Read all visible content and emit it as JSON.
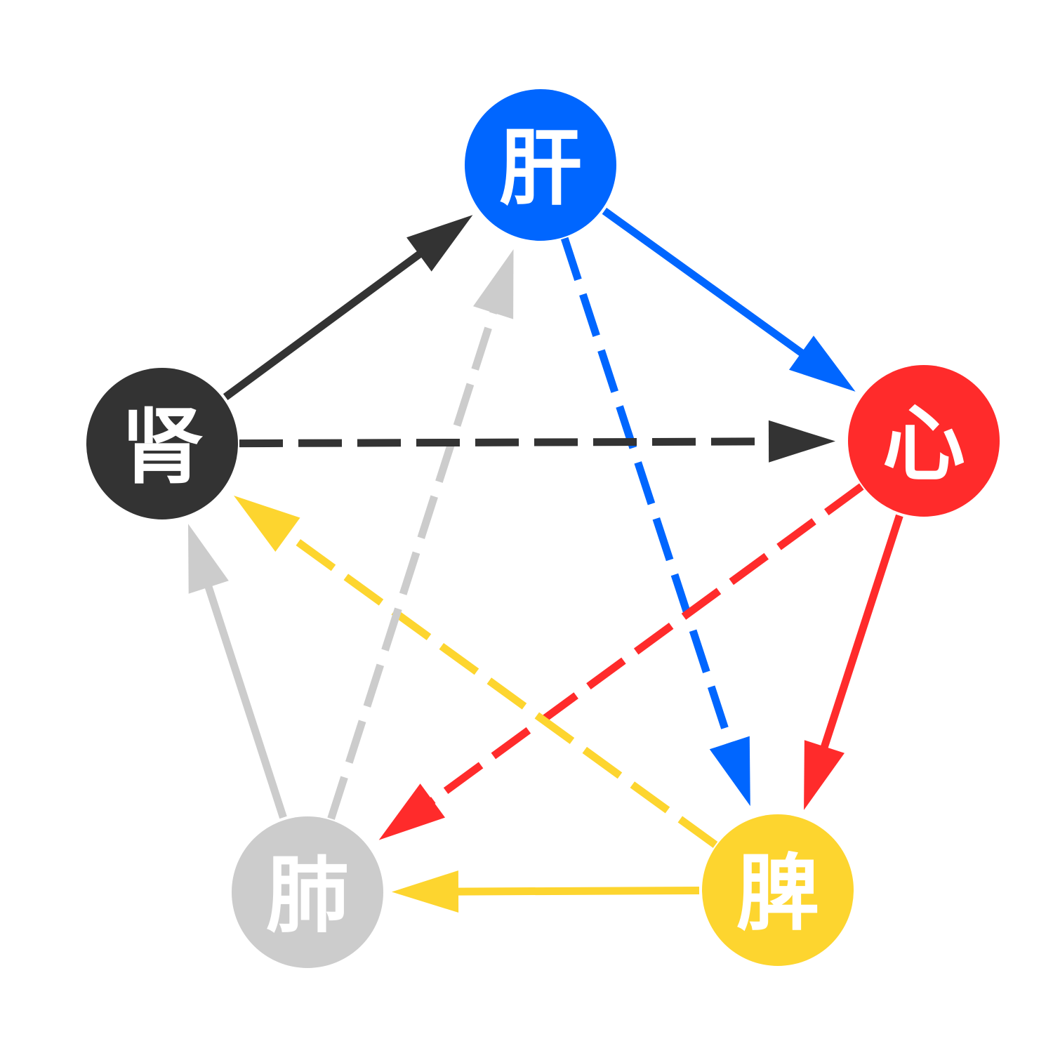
{
  "nodes": [
    {
      "id": "liver",
      "label": "肝",
      "color": "#0066FF"
    },
    {
      "id": "heart",
      "label": "心",
      "color": "#FF2B2B"
    },
    {
      "id": "spleen",
      "label": "脾",
      "color": "#FDD52F"
    },
    {
      "id": "lung",
      "label": "肺",
      "color": "#CCCCCC"
    },
    {
      "id": "kidney",
      "label": "肾",
      "color": "#333333"
    }
  ],
  "edges": [
    {
      "from": "liver",
      "to": "heart",
      "style": "solid",
      "color": "#0066FF"
    },
    {
      "from": "heart",
      "to": "spleen",
      "style": "solid",
      "color": "#FF2B2B"
    },
    {
      "from": "spleen",
      "to": "lung",
      "style": "solid",
      "color": "#FDD52F"
    },
    {
      "from": "lung",
      "to": "kidney",
      "style": "solid",
      "color": "#CCCCCC"
    },
    {
      "from": "kidney",
      "to": "liver",
      "style": "solid",
      "color": "#333333"
    },
    {
      "from": "liver",
      "to": "spleen",
      "style": "dashed",
      "color": "#0066FF"
    },
    {
      "from": "heart",
      "to": "lung",
      "style": "dashed",
      "color": "#FF2B2B"
    },
    {
      "from": "spleen",
      "to": "kidney",
      "style": "dashed",
      "color": "#FDD52F"
    },
    {
      "from": "lung",
      "to": "liver",
      "style": "dashed",
      "color": "#CCCCCC"
    },
    {
      "from": "kidney",
      "to": "heart",
      "style": "dashed",
      "color": "#333333"
    }
  ]
}
